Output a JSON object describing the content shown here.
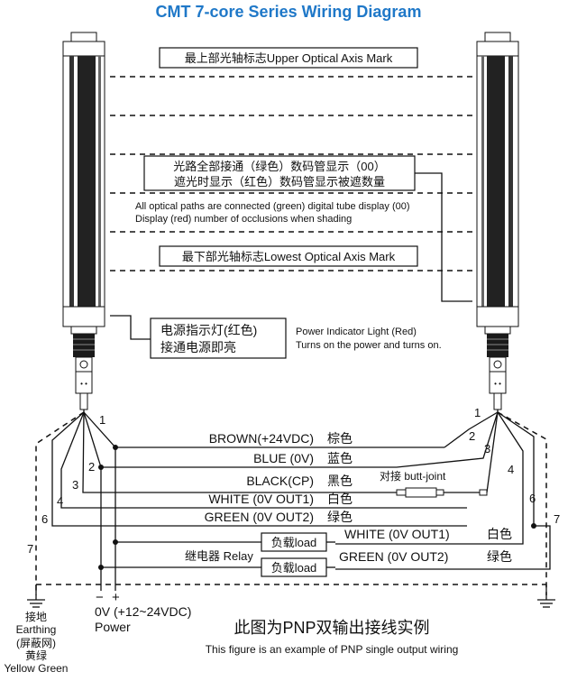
{
  "title": "CMT 7-core Series Wiring Diagram",
  "marks": {
    "upper": "最上部光轴标志Upper Optical Axis Mark",
    "display_cn_1": "光路全部接通（绿色）数码管显示（00）",
    "display_cn_2": "遮光时显示（红色）数码管显示被遮数量",
    "display_en_1": "All optical paths are connected (green) digital tube display (00)",
    "display_en_2": "Display (red) number of occlusions when shading",
    "lowest": "最下部光轴标志Lowest Optical Axis Mark"
  },
  "power_indicator": {
    "cn_1": "电源指示灯(红色)",
    "cn_2": "接通电源即亮",
    "en_1": "Power Indicator Light (Red)",
    "en_2": "Turns on the power and turns on."
  },
  "wires": [
    {
      "label": "BROWN(+24VDC)",
      "color_cn": "棕色"
    },
    {
      "label": "BLUE (0V)",
      "color_cn": "蓝色"
    },
    {
      "label": "BLACK(CP)",
      "color_cn": "黑色"
    },
    {
      "label": "WHITE (0V OUT1)",
      "color_cn": "白色"
    },
    {
      "label": "GREEN (0V OUT2)",
      "color_cn": "绿色"
    }
  ],
  "right_outputs": [
    {
      "label": "WHITE (0V OUT1)",
      "color_cn": "白色"
    },
    {
      "label": "GREEN (0V OUT2)",
      "color_cn": "绿色"
    }
  ],
  "butt_joint": "对接 butt-joint",
  "relay": "继电器 Relay",
  "load": "负载load",
  "numbers": {
    "n1": "1",
    "n2": "2",
    "n3": "3",
    "n4": "4",
    "n6": "6",
    "n7": "7"
  },
  "power": {
    "minus": "−",
    "plus": "+",
    "voltage": "0V (+12~24VDC)",
    "label": "Power"
  },
  "earthing": {
    "cn": "接地",
    "en": "Earthing",
    "shield": "(屏蔽网)",
    "color_cn": "黄绿",
    "color_en": "Yellow Green"
  },
  "footer": {
    "cn": "此图为PNP双输出接线实例",
    "en": "This figure is an example of PNP single output wiring"
  }
}
